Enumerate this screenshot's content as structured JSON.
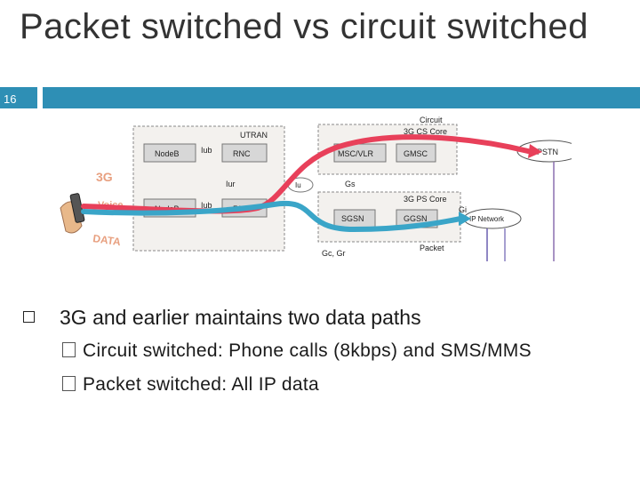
{
  "slide": {
    "title": "Packet switched vs circuit switched",
    "number": "16",
    "accent_color": "#2e8fb5"
  },
  "diagram": {
    "labels": {
      "circuit_title": "Circuit",
      "cs_core": "3G CS Core",
      "utran": "UTRAN",
      "nodeb_top": "NodeB",
      "iub_top": "Iub",
      "rnc_top": "RNC",
      "iur": "Iur",
      "g3": "3G",
      "voice": "Voice",
      "data": "DATA",
      "nodeb_bottom": "NodeB",
      "iub_bottom": "Iub",
      "rnc_bottom": "RNC",
      "iu": "Iu",
      "msc_vlr": "MSC/VLR",
      "gmsc": "GMSC",
      "gs": "Gs",
      "ps_core": "3G PS Core",
      "sgsn": "SGSN",
      "ggsn": "GGSN",
      "gi": "Gi",
      "ip_network": "IP Network",
      "packet": "Packet",
      "gc_gr": "Gc, Gr",
      "pstn": "PSTN"
    },
    "path_colors": {
      "circuit": "#e8405a",
      "packet": "#3aa5c8"
    }
  },
  "content": {
    "bullet": "3G and earlier maintains two data paths",
    "sub_bullets": [
      "Circuit switched: Phone calls (8kbps) and SMS/MMS",
      "Packet switched: All IP data"
    ]
  }
}
